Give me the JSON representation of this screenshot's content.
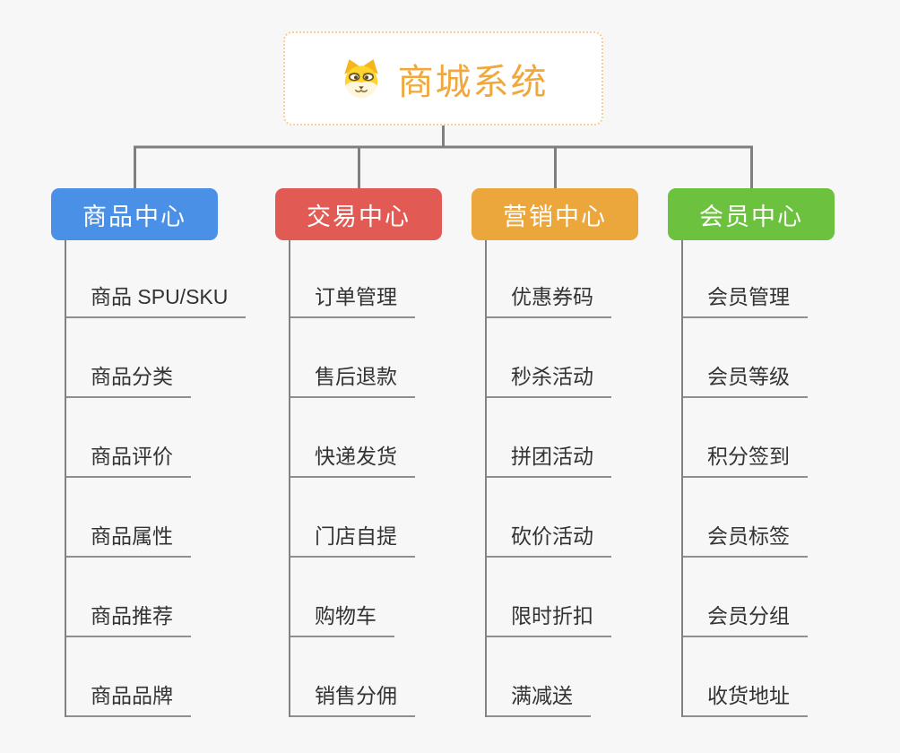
{
  "root": {
    "title": "商城系统",
    "icon": "dog-face-icon",
    "title_color": "#f0a83c",
    "border_color": "#f6cf96",
    "background": "#ffffff"
  },
  "connector_color": "#7f7f7f",
  "page_background": "#f7f7f7",
  "branches": [
    {
      "label": "商品中心",
      "color": "#4a90e6",
      "items": [
        "商品 SPU/SKU",
        "商品分类",
        "商品评价",
        "商品属性",
        "商品推荐",
        "商品品牌"
      ]
    },
    {
      "label": "交易中心",
      "color": "#e25a54",
      "items": [
        "订单管理",
        "售后退款",
        "快递发货",
        "门店自提",
        "购物车",
        "销售分佣"
      ]
    },
    {
      "label": "营销中心",
      "color": "#eba63c",
      "items": [
        "优惠券码",
        "秒杀活动",
        "拼团活动",
        "砍价活动",
        "限时折扣",
        "满减送"
      ]
    },
    {
      "label": "会员中心",
      "color": "#6cc13e",
      "items": [
        "会员管理",
        "会员等级",
        "积分签到",
        "会员标签",
        "会员分组",
        "收货地址"
      ]
    }
  ]
}
